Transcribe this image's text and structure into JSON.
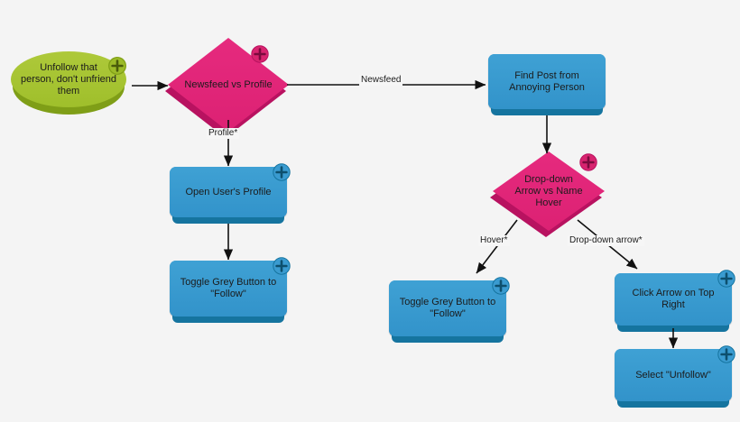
{
  "diagram": {
    "title": "Unfollow flowchart",
    "background_color": "#f4f4f4",
    "colors": {
      "terminator_fill": "#a8c52f",
      "terminator_shadow": "#7f9e17",
      "process_fill": "#3498ce",
      "process_shadow": "#15749f",
      "decision_fill": "#e02878",
      "decision_shadow": "#b81260",
      "connector": "#111111",
      "text": "#1b1b1b"
    },
    "nodes": [
      {
        "id": "start",
        "type": "terminator",
        "label": "Unfollow that\nperson, don't unfriend\nthem",
        "badge": "plus-icon"
      },
      {
        "id": "newsfeed-vs-profile",
        "type": "decision",
        "label": "Newsfeed vs Profile",
        "badge": "plus-icon"
      },
      {
        "id": "open-users-profile",
        "type": "process",
        "label": "Open User's Profile",
        "badge": "plus-icon"
      },
      {
        "id": "toggle-grey-button-profile",
        "type": "process",
        "label": "Toggle Grey Button to\n\"Follow\"",
        "badge": "plus-icon"
      },
      {
        "id": "find-post",
        "type": "process",
        "label": "Find Post from\nAnnoying Person",
        "badge": "plus-icon"
      },
      {
        "id": "dropdown-vs-hover",
        "type": "decision",
        "label": "Drop-down\nArrow vs Name\nHover",
        "badge": "plus-icon"
      },
      {
        "id": "toggle-grey-button-hover",
        "type": "process",
        "label": "Toggle Grey Button to\n\"Follow\"",
        "badge": "plus-icon"
      },
      {
        "id": "click-arrow",
        "type": "process",
        "label": "Click Arrow on Top\nRight",
        "badge": "plus-icon"
      },
      {
        "id": "select-unfollow",
        "type": "process",
        "label": "Select \"Unfollow\"",
        "badge": "plus-icon"
      }
    ],
    "edges": [
      {
        "id": "e1",
        "from": "start",
        "to": "newsfeed-vs-profile",
        "label": ""
      },
      {
        "id": "e2",
        "from": "newsfeed-vs-profile",
        "to": "find-post",
        "label": "Newsfeed"
      },
      {
        "id": "e3",
        "from": "newsfeed-vs-profile",
        "to": "open-users-profile",
        "label": "Profile*"
      },
      {
        "id": "e4",
        "from": "open-users-profile",
        "to": "toggle-grey-button-profile",
        "label": ""
      },
      {
        "id": "e5",
        "from": "find-post",
        "to": "dropdown-vs-hover",
        "label": ""
      },
      {
        "id": "e6",
        "from": "dropdown-vs-hover",
        "to": "toggle-grey-button-hover",
        "label": "Hover*"
      },
      {
        "id": "e7",
        "from": "dropdown-vs-hover",
        "to": "click-arrow",
        "label": "Drop-down arrow*"
      },
      {
        "id": "e8",
        "from": "click-arrow",
        "to": "select-unfollow",
        "label": ""
      }
    ]
  }
}
